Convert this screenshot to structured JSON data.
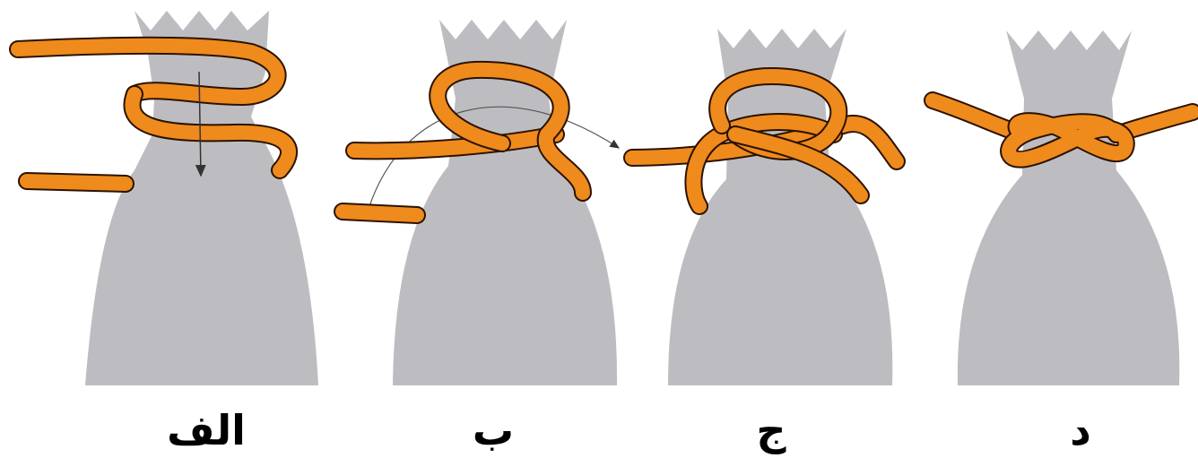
{
  "figure": {
    "panels": [
      {
        "id": "a",
        "label": "الف",
        "step": 1
      },
      {
        "id": "b",
        "label": "ب",
        "step": 2
      },
      {
        "id": "c",
        "label": "ج",
        "step": 3
      },
      {
        "id": "d",
        "label": "د",
        "step": 4
      }
    ]
  },
  "colors": {
    "bag": "#bdbdc1",
    "rope": "#ef8a1c",
    "rope_outline": "#2b1200",
    "arrow": "#333333"
  },
  "icons": [
    "sack-icon",
    "rope-icon",
    "arrow-icon"
  ]
}
